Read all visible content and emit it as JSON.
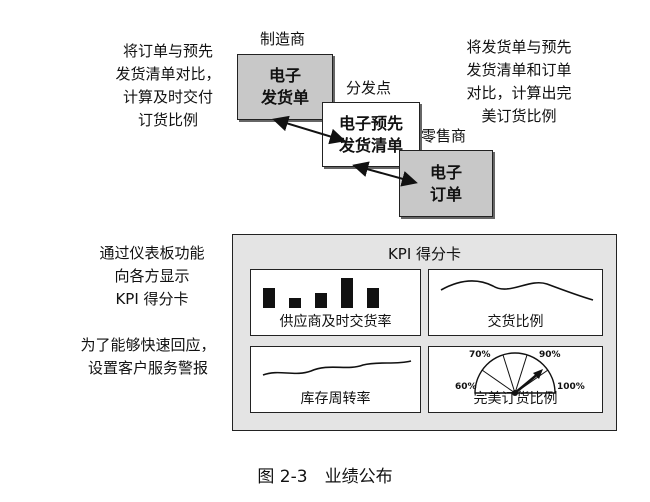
{
  "notes": {
    "top_left": [
      "将订单与预先",
      "发货清单对比，",
      "计算及时交付",
      "订货比例"
    ],
    "top_right": [
      "将发货单与预先",
      "发货清单和订单",
      "对比，计算出完",
      "美订货比例"
    ],
    "mid_left": [
      "通过仪表板功能",
      "向各方显示",
      "KPI 得分卡"
    ],
    "bottom_left": [
      "为了能够快速回应，",
      "设置客户服务警报"
    ]
  },
  "stages": {
    "manufacturer": {
      "label": "制造商",
      "doc_lines": [
        "电子",
        "发货单"
      ]
    },
    "distribution": {
      "label": "分发点",
      "doc_lines": [
        "电子预先",
        "发货清单"
      ]
    },
    "retailer": {
      "label": "零售商",
      "doc_lines": [
        "电子",
        "订单"
      ]
    }
  },
  "scorecard": {
    "title": "KPI 得分卡",
    "panels": {
      "supplier_on_time": "供应商及时交货率",
      "delivery_ratio": "交货比例",
      "inventory_turnover": "库存周转率",
      "perfect_order": "完美订货比例"
    },
    "gauge_ticks": [
      "70%",
      "90%",
      "60%",
      "100%"
    ]
  },
  "caption": "图 2-3　业绩公布",
  "colors": {
    "doc_fill": "#c8c8c8",
    "panel_bg": "#e4e4e4",
    "ink": "#111111"
  }
}
